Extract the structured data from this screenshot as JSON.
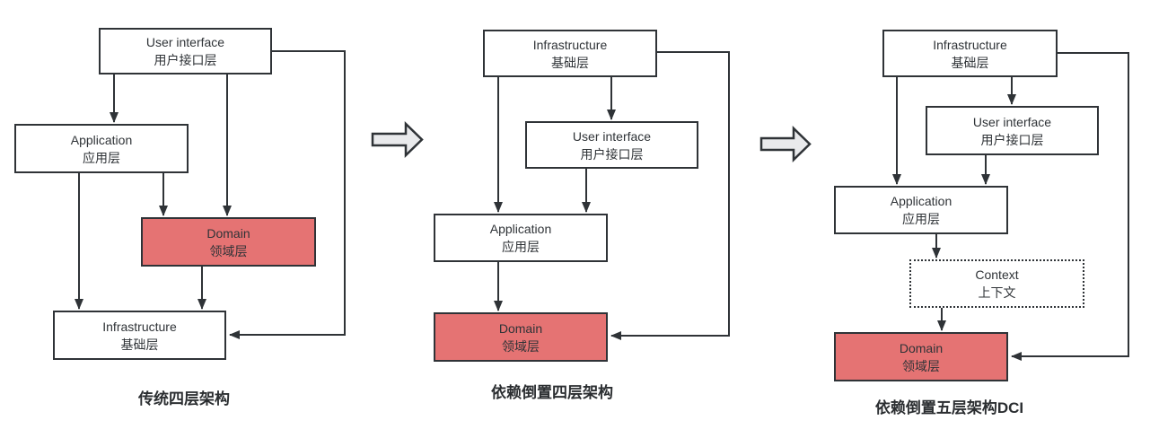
{
  "colors": {
    "background": "#ffffff",
    "box_border": "#2f3337",
    "box_fill": "#ffffff",
    "domain_fill": "#e57373",
    "arrow_stroke": "#2f3337",
    "block_arrow_fill": "#e9eaec",
    "text": "#2f3337"
  },
  "diagrams": [
    {
      "caption": "传统四层架构",
      "boxes": {
        "user_interface": {
          "en": "User interface",
          "zh": "用户接口层"
        },
        "application": {
          "en": "Application",
          "zh": "应用层"
        },
        "domain": {
          "en": "Domain",
          "zh": "领域层"
        },
        "infrastructure": {
          "en": "Infrastructure",
          "zh": "基础层"
        }
      },
      "edges": [
        {
          "from": "user_interface",
          "to": "application"
        },
        {
          "from": "user_interface",
          "to": "domain"
        },
        {
          "from": "application",
          "to": "domain"
        },
        {
          "from": "application",
          "to": "infrastructure"
        },
        {
          "from": "domain",
          "to": "infrastructure"
        },
        {
          "from": "user_interface",
          "to": "infrastructure",
          "route": "right-side"
        }
      ]
    },
    {
      "caption": "依赖倒置四层架构",
      "boxes": {
        "infrastructure": {
          "en": "Infrastructure",
          "zh": "基础层"
        },
        "user_interface": {
          "en": "User interface",
          "zh": "用户接口层"
        },
        "application": {
          "en": "Application",
          "zh": "应用层"
        },
        "domain": {
          "en": "Domain",
          "zh": "领域层"
        }
      },
      "edges": [
        {
          "from": "infrastructure",
          "to": "user_interface"
        },
        {
          "from": "infrastructure",
          "to": "application"
        },
        {
          "from": "user_interface",
          "to": "application"
        },
        {
          "from": "application",
          "to": "domain"
        },
        {
          "from": "infrastructure",
          "to": "domain",
          "route": "right-side"
        }
      ]
    },
    {
      "caption": "依赖倒置五层架构DCI",
      "boxes": {
        "infrastructure": {
          "en": "Infrastructure",
          "zh": "基础层"
        },
        "user_interface": {
          "en": "User interface",
          "zh": "用户接口层"
        },
        "application": {
          "en": "Application",
          "zh": "应用层"
        },
        "context": {
          "en": "Context",
          "zh": "上下文"
        },
        "domain": {
          "en": "Domain",
          "zh": "领域层"
        }
      },
      "edges": [
        {
          "from": "infrastructure",
          "to": "user_interface"
        },
        {
          "from": "infrastructure",
          "to": "application"
        },
        {
          "from": "user_interface",
          "to": "application"
        },
        {
          "from": "application",
          "to": "context"
        },
        {
          "from": "context",
          "to": "domain"
        },
        {
          "from": "infrastructure",
          "to": "domain",
          "route": "right-side"
        }
      ]
    }
  ],
  "transition_arrows": {
    "count": 2,
    "direction": "right",
    "style": "block-arrow"
  }
}
